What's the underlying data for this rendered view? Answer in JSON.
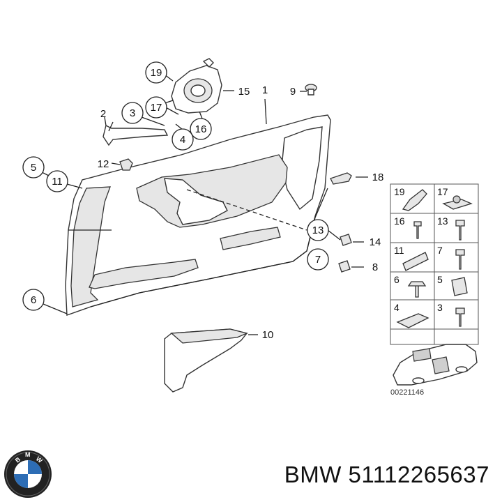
{
  "diagram": {
    "drawing_code": "00221146",
    "callouts": {
      "c1": "1",
      "c2": "2",
      "c3": "3",
      "c4": "4",
      "c5": "5",
      "c6": "6",
      "c7": "7",
      "c8": "8",
      "c9": "9",
      "c10": "10",
      "c11": "11",
      "c12": "12",
      "c13": "13",
      "c14": "14",
      "c15": "15",
      "c16": "16",
      "c17": "17",
      "c18": "18",
      "c19": "19"
    },
    "legend": {
      "l19": "19",
      "l17": "17",
      "l16": "16",
      "l13": "13",
      "l11": "11",
      "l7": "7",
      "l6": "6",
      "l5": "5",
      "l4": "4",
      "l3": "3"
    }
  },
  "footer": {
    "brand_logo": "BMW",
    "part_number": "BMW 51112265637"
  }
}
